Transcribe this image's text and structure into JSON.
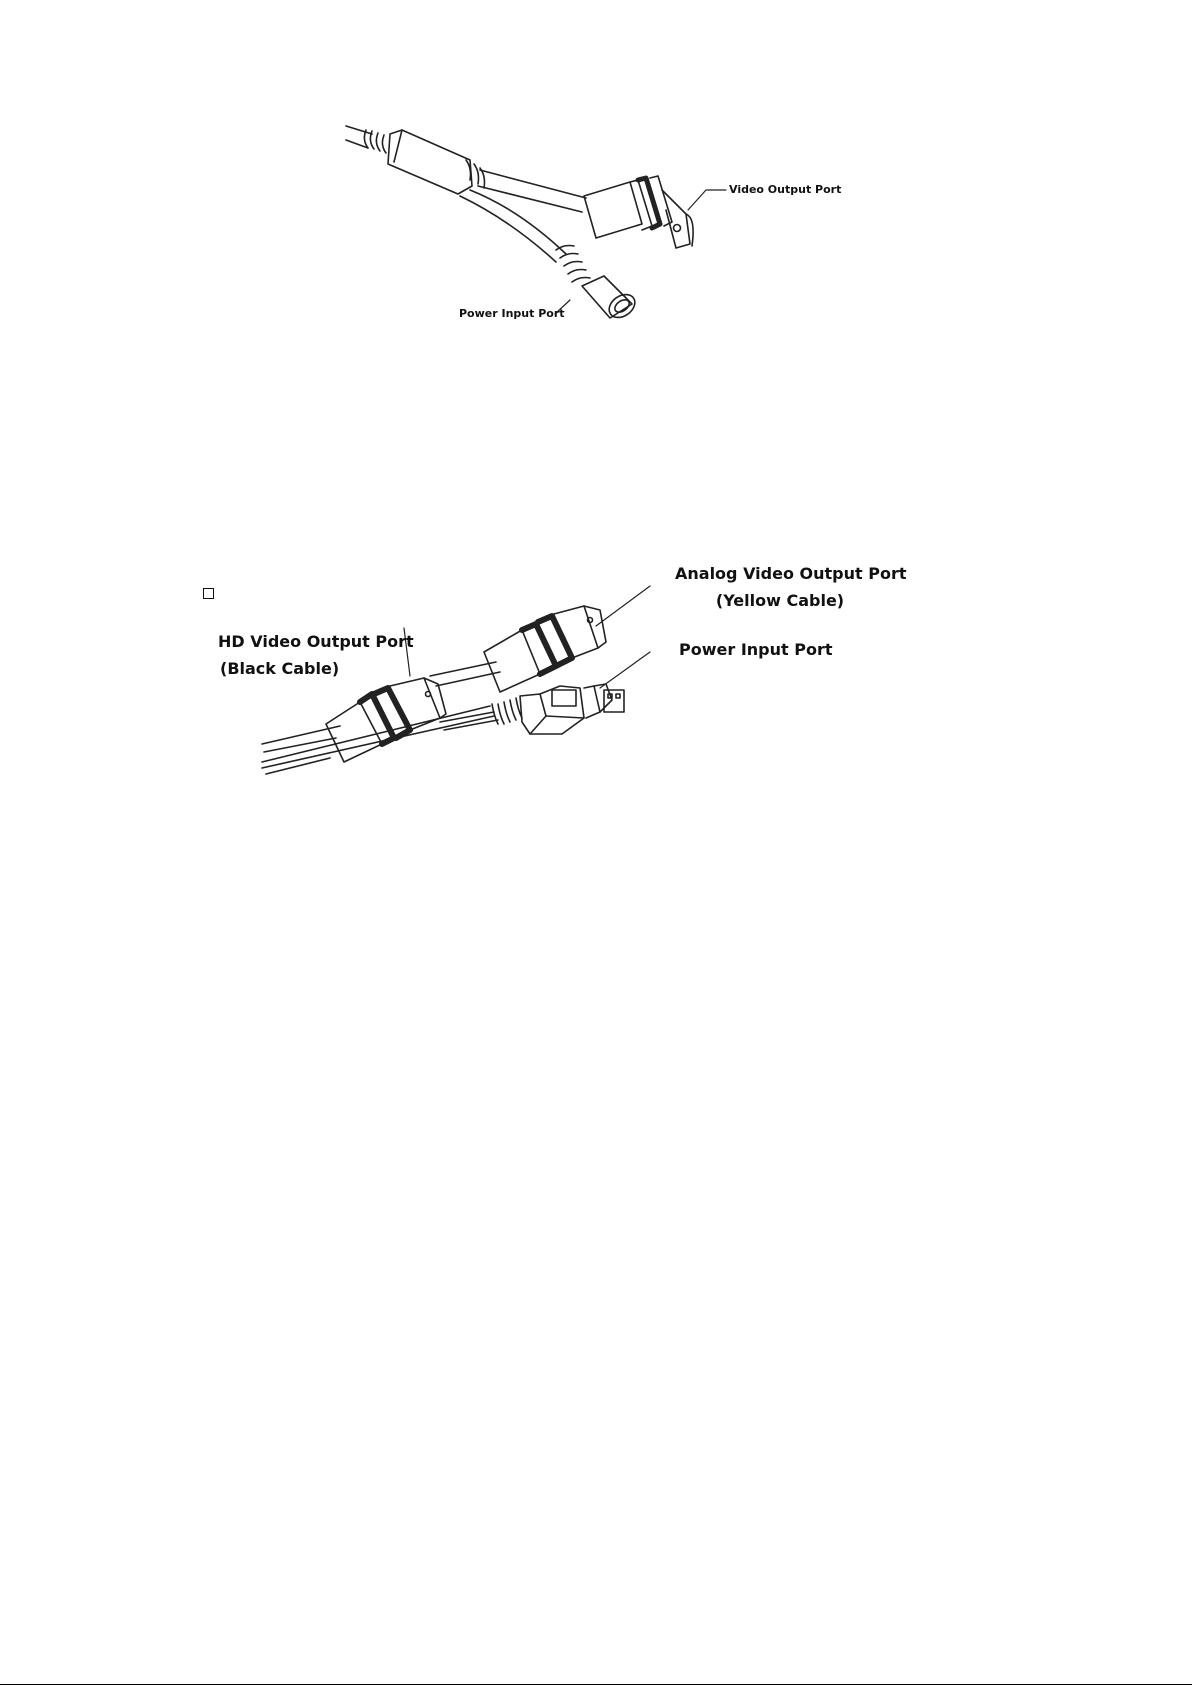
{
  "figure1": {
    "video_output_label": "Video Output Port",
    "power_input_label": "Power Input Port"
  },
  "figure2": {
    "hd_video_label_line1": "HD Video Output Port",
    "hd_video_label_line2": "(Black Cable)",
    "analog_video_label_line1": "Analog Video Output Port",
    "analog_video_label_line2": "(Yellow Cable)",
    "power_input_label": "Power Input Port"
  }
}
